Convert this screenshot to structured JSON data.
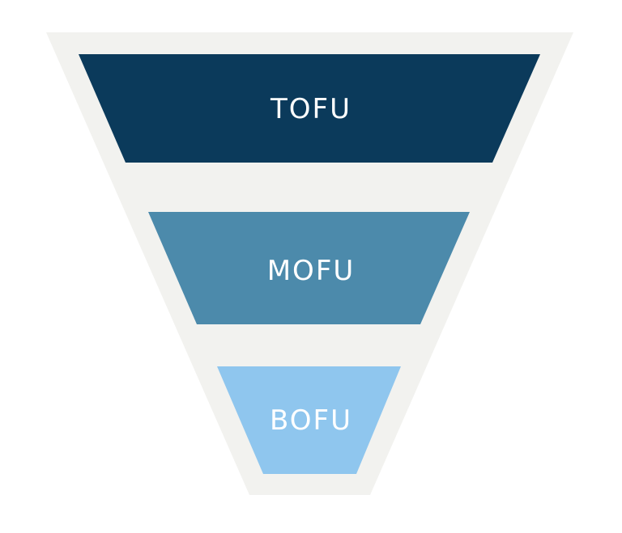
{
  "funnel": {
    "background_color": "#f2f2ef",
    "stages": [
      {
        "label": "TOFU",
        "color": "#0b3a5b"
      },
      {
        "label": "MOFU",
        "color": "#4c8aab"
      },
      {
        "label": "BOFU",
        "color": "#8fc6ee"
      }
    ]
  }
}
